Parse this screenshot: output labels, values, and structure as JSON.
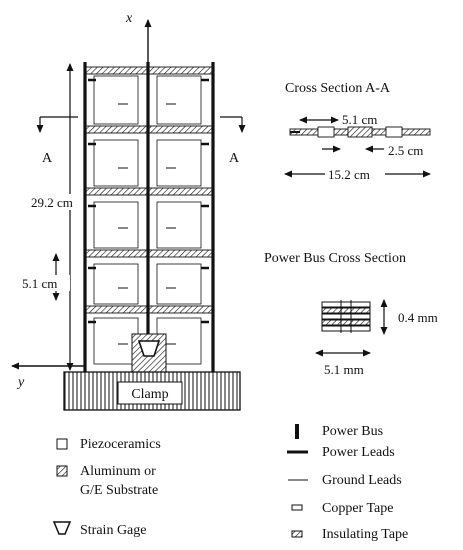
{
  "axes": {
    "x_label": "x",
    "y_label": "y"
  },
  "labels": {
    "section_marker": "A",
    "height_total": "29.2 cm",
    "bay_height": "5.1 cm",
    "clamp": "Clamp"
  },
  "cross_section": {
    "title": "Cross Section A-A",
    "dim_center": "5.1 cm",
    "dim_gap": "2.5 cm",
    "dim_total": "15.2 cm"
  },
  "power_bus_section": {
    "title": "Power Bus Cross Section",
    "dim_height": "0.4 mm",
    "dim_width": "5.1 mm"
  },
  "legend": {
    "left": [
      {
        "icon": "square-outline",
        "text": "Piezoceramics"
      },
      {
        "icon": "hatched-square",
        "text": "Aluminum or"
      },
      {
        "icon": "none",
        "text": "G/E Substrate"
      },
      {
        "icon": "trapezoid",
        "text": "Strain Gage"
      }
    ],
    "right": [
      {
        "icon": "thick-vertical-bar",
        "text": "Power Bus"
      },
      {
        "icon": "thick-horizontal-line",
        "text": "Power Leads"
      },
      {
        "icon": "thin-line",
        "text": "Ground Leads"
      },
      {
        "icon": "small-rectangle",
        "text": "Copper Tape"
      },
      {
        "icon": "hatched-small-rectangle",
        "text": "Insulating Tape"
      }
    ]
  }
}
